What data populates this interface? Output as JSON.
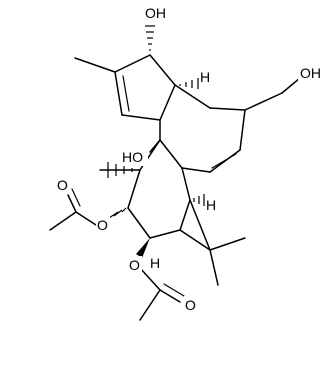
{
  "molecule": {
    "atom_labels": {
      "oh_top": "OH",
      "oh_right": "OH",
      "ho_center": "HO",
      "o_ester_upper": "O",
      "o_carbonyl_upper": "O",
      "o_ester_lower": "O",
      "o_carbonyl_lower": "O",
      "h_upper": "H",
      "h_lower": "H",
      "h_ring": "H"
    }
  }
}
